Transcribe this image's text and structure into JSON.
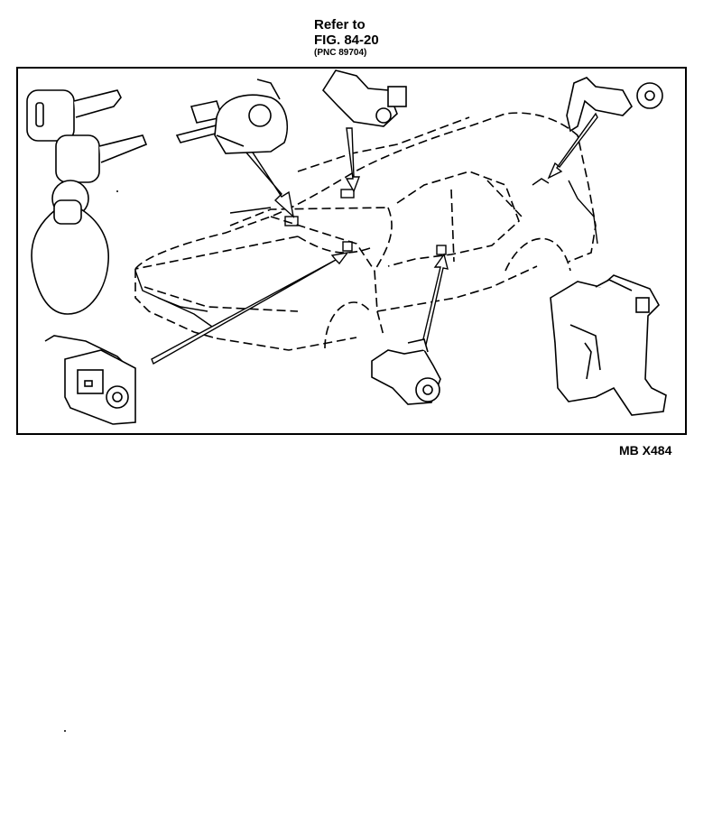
{
  "callout": {
    "line1": "Refer to",
    "line2": "FIG. 84-20",
    "line3": "(PNC 89704)"
  },
  "diagram_code": "MB X484",
  "colors": {
    "ink": "#000000",
    "paper": "#ffffff"
  }
}
